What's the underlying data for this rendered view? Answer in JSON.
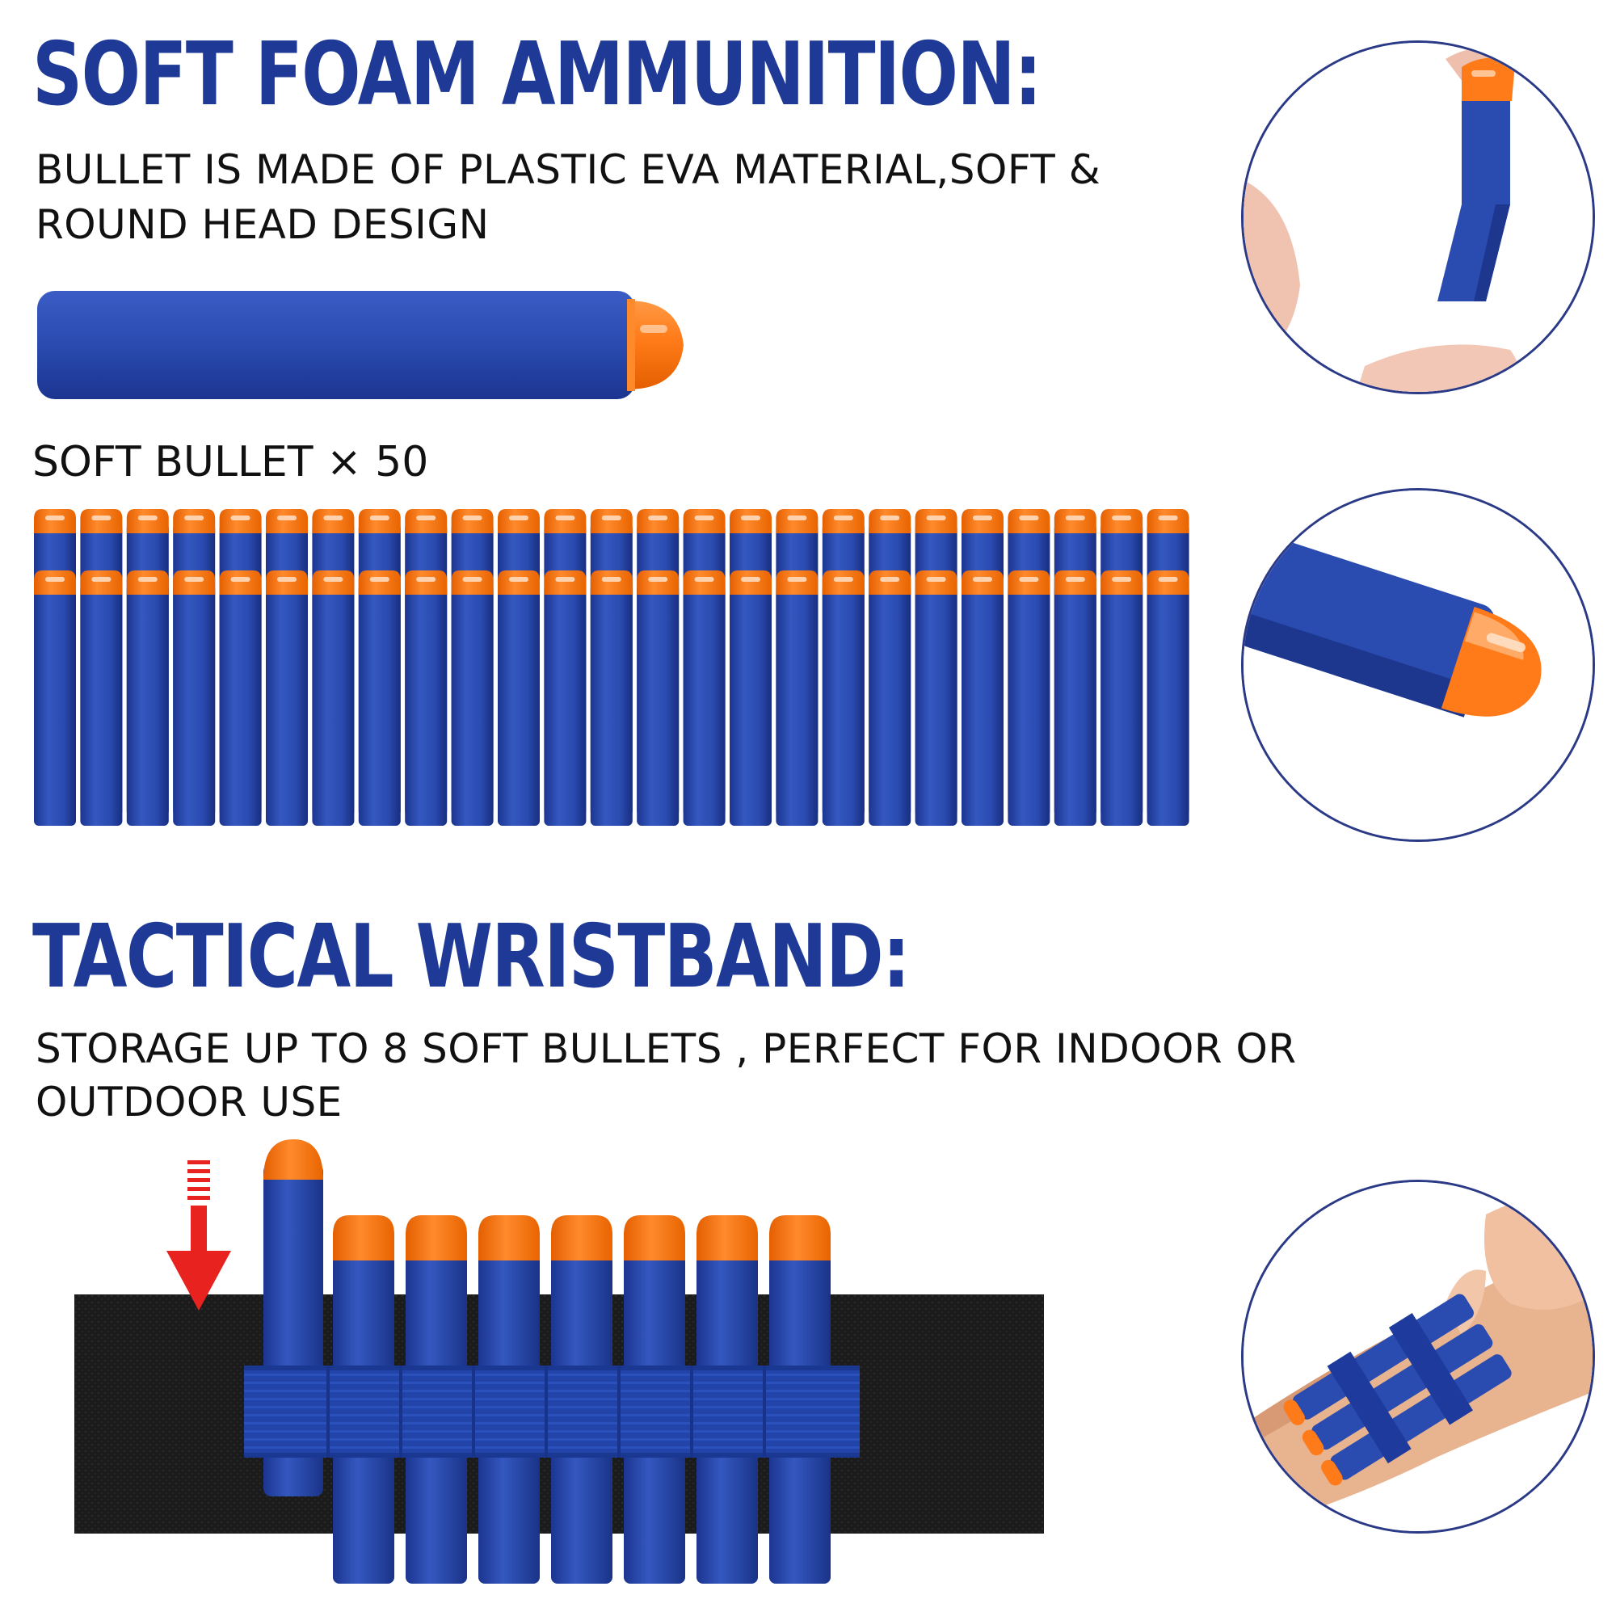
{
  "section1": {
    "title": "SOFT FOAM AMMUNITION:",
    "description_line1": "BULLET IS MADE OF PLASTIC EVA MATERIAL,SOFT &",
    "description_line2": "ROUND HEAD DESIGN",
    "count_label": "SOFT BULLET × 50"
  },
  "section2": {
    "title": "TACTICAL WRISTBAND:",
    "description_line1": "STORAGE UP TO 8 SOFT BULLETS , PERFECT FOR INDOOR OR",
    "description_line2": "OUTDOOR USE"
  },
  "colors": {
    "heading_blue": "#1e3a96",
    "foam_blue": "#2a4bb0",
    "tip_orange": "#ff7a18",
    "strap_black": "#1a1a1a",
    "arrow_red": "#e8231f"
  }
}
